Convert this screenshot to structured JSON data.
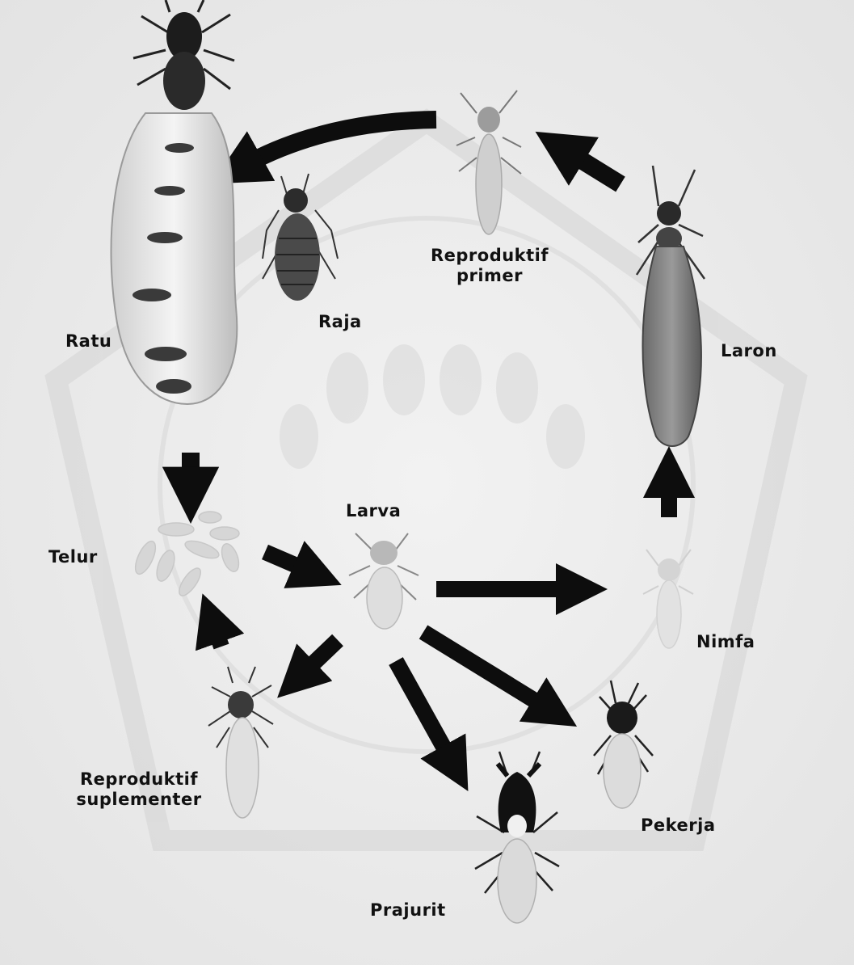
{
  "stages": {
    "ratu": "Ratu",
    "raja": "Raja",
    "reproduktif_primer_1": "Reproduktif",
    "reproduktif_primer_2": "primer",
    "laron": "Laron",
    "larva": "Larva",
    "telur": "Telur",
    "nimfa": "Nimfa",
    "reproduktif_suplementer_1": "Reproduktif",
    "reproduktif_suplementer_2": "suplementer",
    "pekerja": "Pekerja",
    "prajurit": "Prajurit"
  },
  "colors": {
    "background": "#ebebeb",
    "arrow": "#0d0d0d",
    "text": "#111111",
    "watermark": "#d4d4d4"
  }
}
